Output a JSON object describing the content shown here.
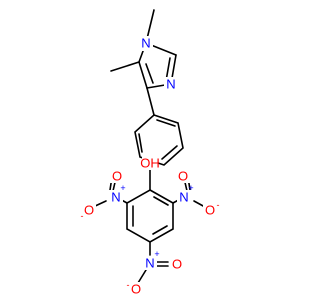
{
  "colors": {
    "nitrogen": "#0000ff",
    "oxygen": "#ff0000",
    "bond": "#000000",
    "background": "#ffffff"
  },
  "imidazole": {
    "n_methyl": "N",
    "n_ring": "N"
  },
  "picric_acid": {
    "hydroxyl": "OH",
    "nitro_left": {
      "n": "N",
      "n_charge": "+",
      "o_double": "O",
      "o_single": "O",
      "o_charge": "-"
    },
    "nitro_right": {
      "n": "N",
      "n_charge": "+",
      "o_double": "O",
      "o_single": "O",
      "o_charge": "-"
    },
    "nitro_bottom": {
      "n": "N",
      "n_charge": "+",
      "o_double": "O",
      "o_single": "O",
      "o_charge": "-"
    }
  }
}
